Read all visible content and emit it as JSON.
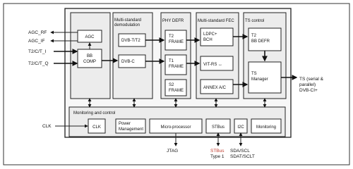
{
  "signals": {
    "agc_rf": "AGC_RF",
    "agc_if": "AGC_IF",
    "t2_i": "T2/C/T_I",
    "t2_q": "T2/C/T_Q",
    "clk": "CLK",
    "ts_out_1": "TS (serial &",
    "ts_out_2": "parallel)",
    "ts_out_3": "DVB-CI+",
    "jtag": "JTAG",
    "stbus_1": "STBus",
    "stbus_2": "Type 1",
    "i2c_1": "SDA/SCL",
    "i2c_2": "SDAT/SCLT"
  },
  "blocks": {
    "agc": "AGC",
    "bb_comp_1": "BB",
    "bb_comp_2": "COMP",
    "demod_title_1": "Multi-standard",
    "demod_title_2": "demodulation",
    "dvb_t2": "DVB-T/T2",
    "dvb_c": "DVB-C",
    "phy_title": "PHY DEFR",
    "t2_frame_1": "T2",
    "t2_frame_2": "FRAME",
    "t1_frame_1": "T1",
    "t1_frame_2": "FRAME",
    "s2_frame_1": "S2",
    "s2_frame_2": "FRAME",
    "fec_title": "Multi-standard FEC",
    "ldpc_1": "LDPC+",
    "ldpc_2": "BCH",
    "vit_rs": "VIT-RS ↔",
    "annex": "ANNEX A/C",
    "ts_title": "TS control",
    "t2_bb_1": "T2",
    "t2_bb_2": "BB DEFR",
    "ts_mgr_1": "TS",
    "ts_mgr_2": "Manager",
    "monitor_title": "Monitoring and control",
    "clk_box": "CLK",
    "power_1": "Power",
    "power_2": "Management",
    "micro": "Micro-processor",
    "stbus": "STBus",
    "i2c": "I2C",
    "monitoring": "Monitoring"
  },
  "colors": {
    "stbus_text": "#c0392b",
    "panel_gray": "#ececec"
  }
}
